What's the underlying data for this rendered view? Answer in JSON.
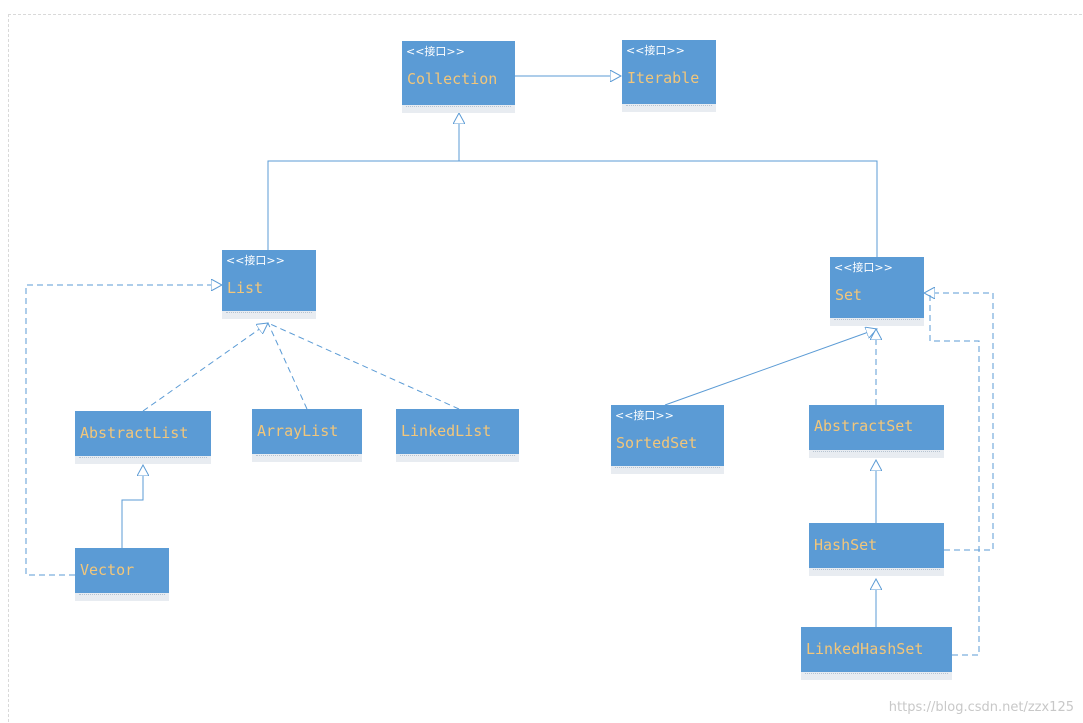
{
  "nodes": {
    "collection": {
      "stereotype": "<<接口>>",
      "name": "Collection"
    },
    "iterable": {
      "stereotype": "<<接口>>",
      "name": "Iterable"
    },
    "list": {
      "stereotype": "<<接口>>",
      "name": "List"
    },
    "set": {
      "stereotype": "<<接口>>",
      "name": "Set"
    },
    "abstractlist": {
      "name": "AbstractList"
    },
    "arraylist": {
      "name": "ArrayList"
    },
    "linkedlist": {
      "name": "LinkedList"
    },
    "vector": {
      "name": "Vector"
    },
    "sortedset": {
      "stereotype": "<<接口>>",
      "name": "SortedSet"
    },
    "abstractset": {
      "name": "AbstractSet"
    },
    "hashset": {
      "name": "HashSet"
    },
    "linkedhashset": {
      "name": "LinkedHashSet"
    }
  },
  "watermark": "https://blog.csdn.net/zzx125",
  "colors": {
    "node_fill": "#5b9bd5",
    "name_text": "#f2c67a",
    "stereotype_text": "#ffffff",
    "edge": "#5b9bd5"
  }
}
